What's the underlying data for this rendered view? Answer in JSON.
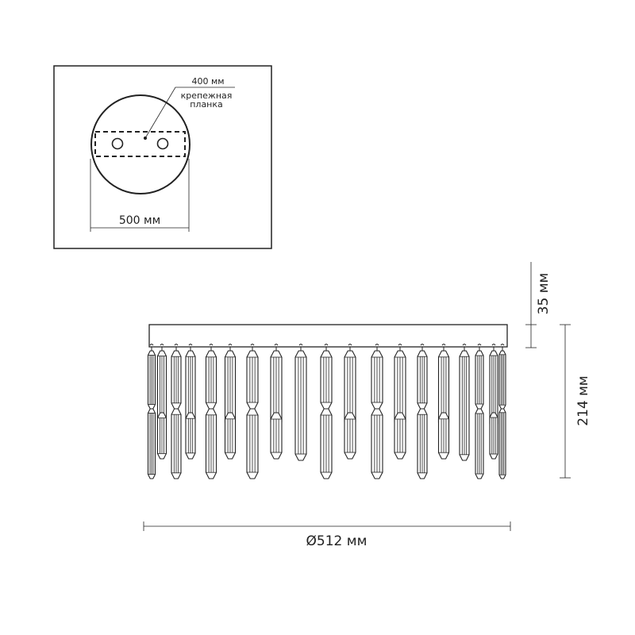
{
  "top_view": {
    "plate_label": "400 мм",
    "plate_caption_line1": "крепежная",
    "plate_caption_line2": "планка",
    "diameter_label": "500 мм"
  },
  "side_view": {
    "canopy_height_label": "35 мм",
    "total_height_label": "214 мм",
    "width_label": "Ø512 мм"
  },
  "colors": {
    "line": "#222222",
    "background": "#ffffff"
  }
}
